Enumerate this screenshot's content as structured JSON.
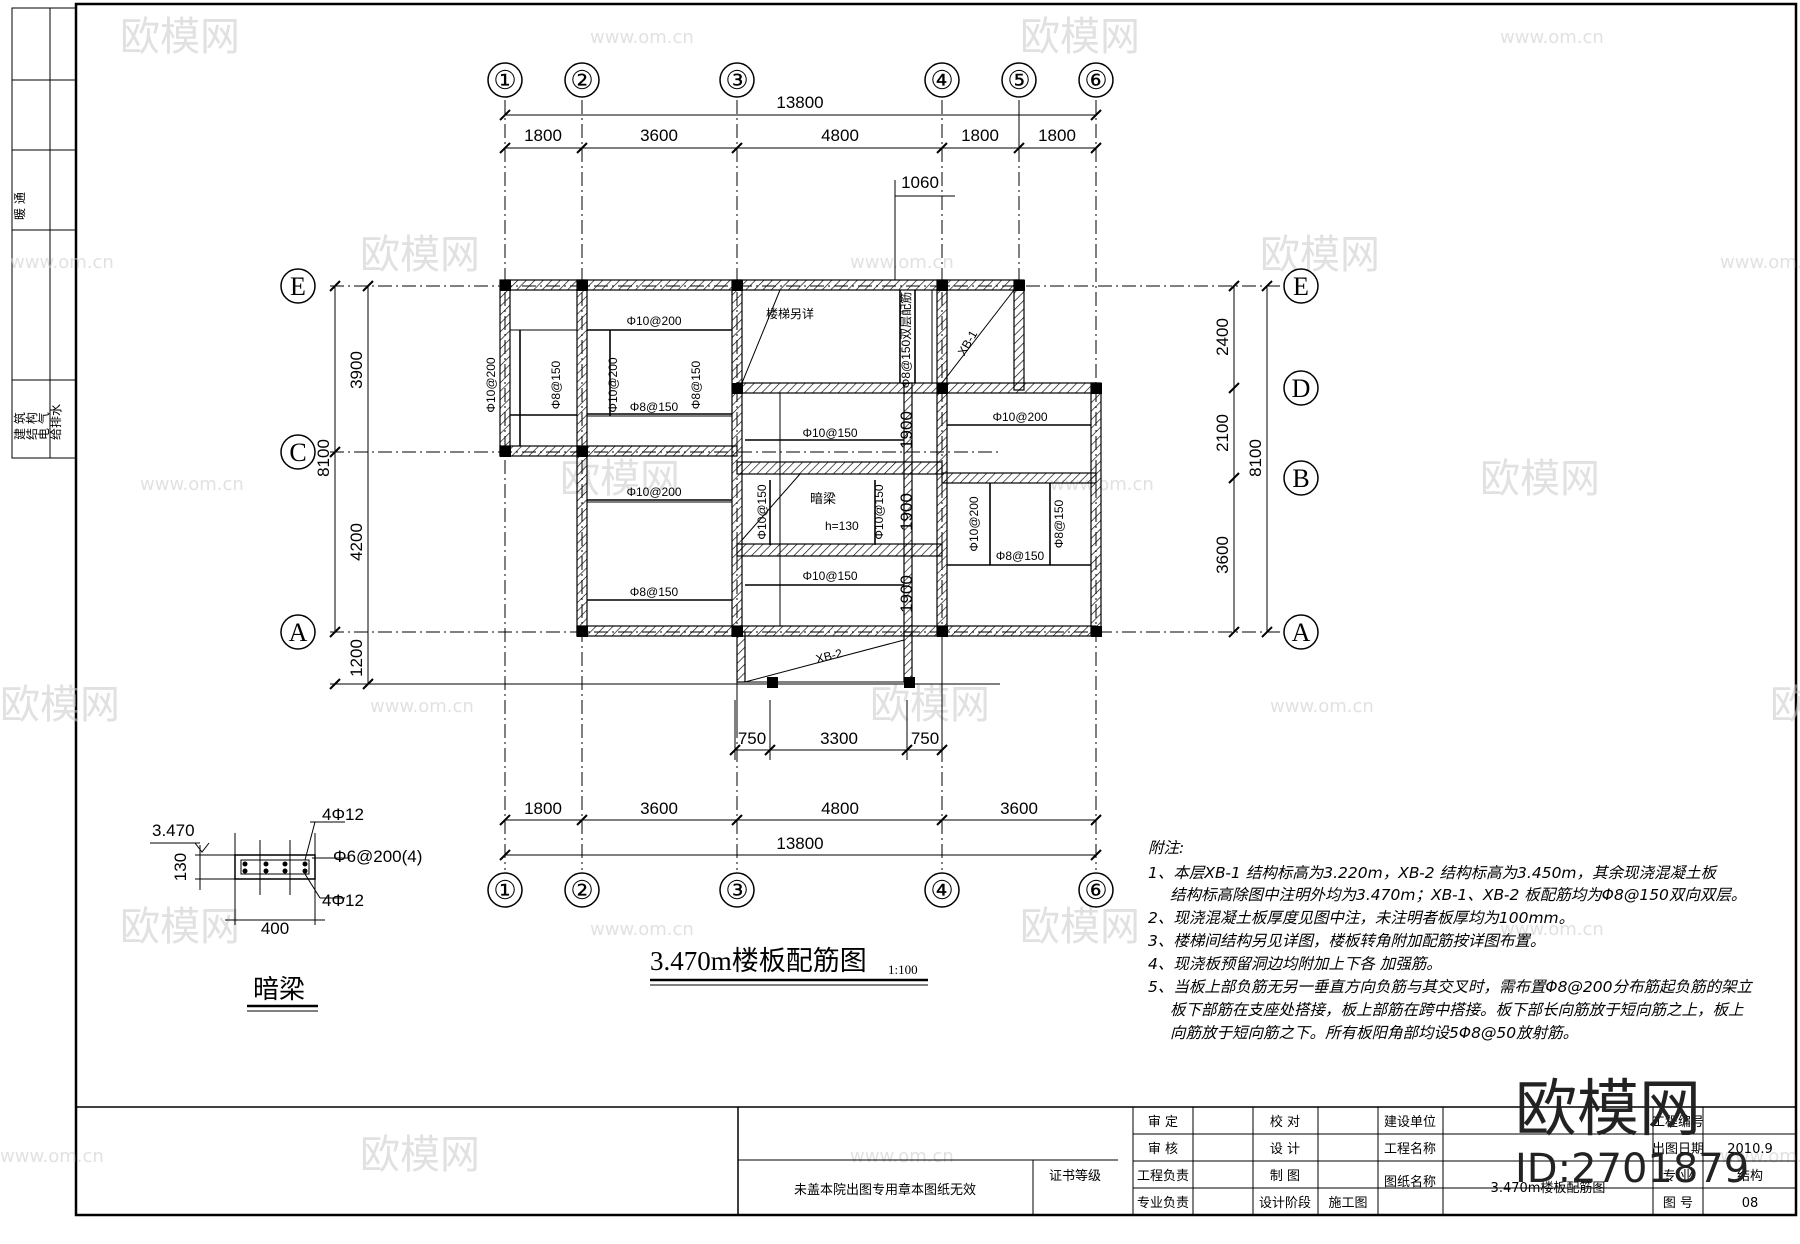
{
  "drawing": {
    "title": "3.470m楼板配筋图",
    "scale": "1:100",
    "grid_cols": [
      "①",
      "②",
      "③",
      "④",
      "⑤",
      "⑥"
    ],
    "grid_cols_bottom": [
      "①",
      "②",
      "③",
      "④",
      "⑥"
    ],
    "grid_rows_left": [
      "E",
      "C",
      "A"
    ],
    "grid_rows_right": [
      "E",
      "D",
      "B",
      "A"
    ],
    "top_total": "13800",
    "top_dims": [
      "1800",
      "3600",
      "4800",
      "1800",
      "1800"
    ],
    "dim_1060": "1060",
    "left_dims": [
      "3900",
      "4200",
      "1200"
    ],
    "left_total": "8100",
    "right_dims": [
      "2400",
      "2100",
      "3600"
    ],
    "right_total": "8100",
    "bottom_dims": [
      "1800",
      "3600",
      "4800",
      "3600"
    ],
    "bottom_total": "13800",
    "stair_dims": [
      "750",
      "3300",
      "750"
    ],
    "inner_1900": "1900",
    "rebar_labels": {
      "r1": "Φ10@200",
      "r2": "Φ10@200",
      "r3": "Φ8@150",
      "r4": "Φ10@200",
      "r5": "Φ8@150",
      "r6": "Φ10@150",
      "r7": "Φ10@200",
      "r8": "Φ10@200",
      "r9": "Φ8@150",
      "r10": "Φ10@150",
      "r11": "Φ10@150",
      "r12": "Φ10@150",
      "r13": "Φ10@200",
      "r14": "Φ8@150",
      "r15": "Φ8@150",
      "r16": "Φ8@150"
    },
    "stair_note": "楼梯另详",
    "xb1": "XB-1",
    "xb2": "XB-2",
    "dark_beam": "暗梁",
    "dark_beam_h": "h=130",
    "small_vertical": "Φ8@150双层配筋"
  },
  "section": {
    "title": "暗梁",
    "elev": "3.470",
    "height": "130",
    "width": "400",
    "top_bar": "4Φ12",
    "stirrup": "Φ6@200(4)",
    "bot_bar": "4Φ12"
  },
  "notes": {
    "title": "附注:",
    "items": [
      "1、本层XB-1 结构标高为3.220m，XB-2 结构标高为3.450m，其余现浇混凝土板",
      "结构标高除图中注明外均为3.470m；XB-1、XB-2 板配筋均为Φ8@150双向双层。",
      "2、现浇混凝土板厚度见图中注，未注明者板厚均为100mm。",
      "3、楼梯间结构另见详图，楼板转角附加配筋按详图布置。",
      "4、现浇板预留洞边均附加上下各      加强筋。",
      "5、当板上部负筋无另一垂直方向负筋与其交叉时，需布置Φ8@200分布筋起负筋的架立",
      "板下部筋在支座处搭接，板上部筋在跨中搭接。板下部长向筋放于短向筋之上，板上",
      "向筋放于短向筋之下。所有板阳角部均设5Φ8@50放射筋。"
    ]
  },
  "titleblock": {
    "stamp": "未盖本院出图专用章本图纸无效",
    "cert": "证书等级",
    "r1": [
      "审  定",
      "校  对",
      "建设单位"
    ],
    "r2": [
      "审  核",
      "设  计",
      "工程名称"
    ],
    "r3": [
      "工程负责",
      "制  图",
      "图纸名称"
    ],
    "r4": [
      "专业负责",
      "设计阶段",
      "施工图"
    ],
    "drawing_name": "3.470m楼板配筋图",
    "proj_no_label": "工程编号",
    "date_label": "出图日期",
    "date": "2010.9",
    "discipline_label": "专  业",
    "discipline": "结构",
    "sheet_label": "图  号",
    "sheet": "08"
  },
  "side_strip": [
    "建 筑",
    "结 构",
    "电 气",
    "给排水",
    "暖 通"
  ],
  "watermark": {
    "brand": "欧模网",
    "url": "www.om.cn",
    "id": "ID:2701879"
  }
}
